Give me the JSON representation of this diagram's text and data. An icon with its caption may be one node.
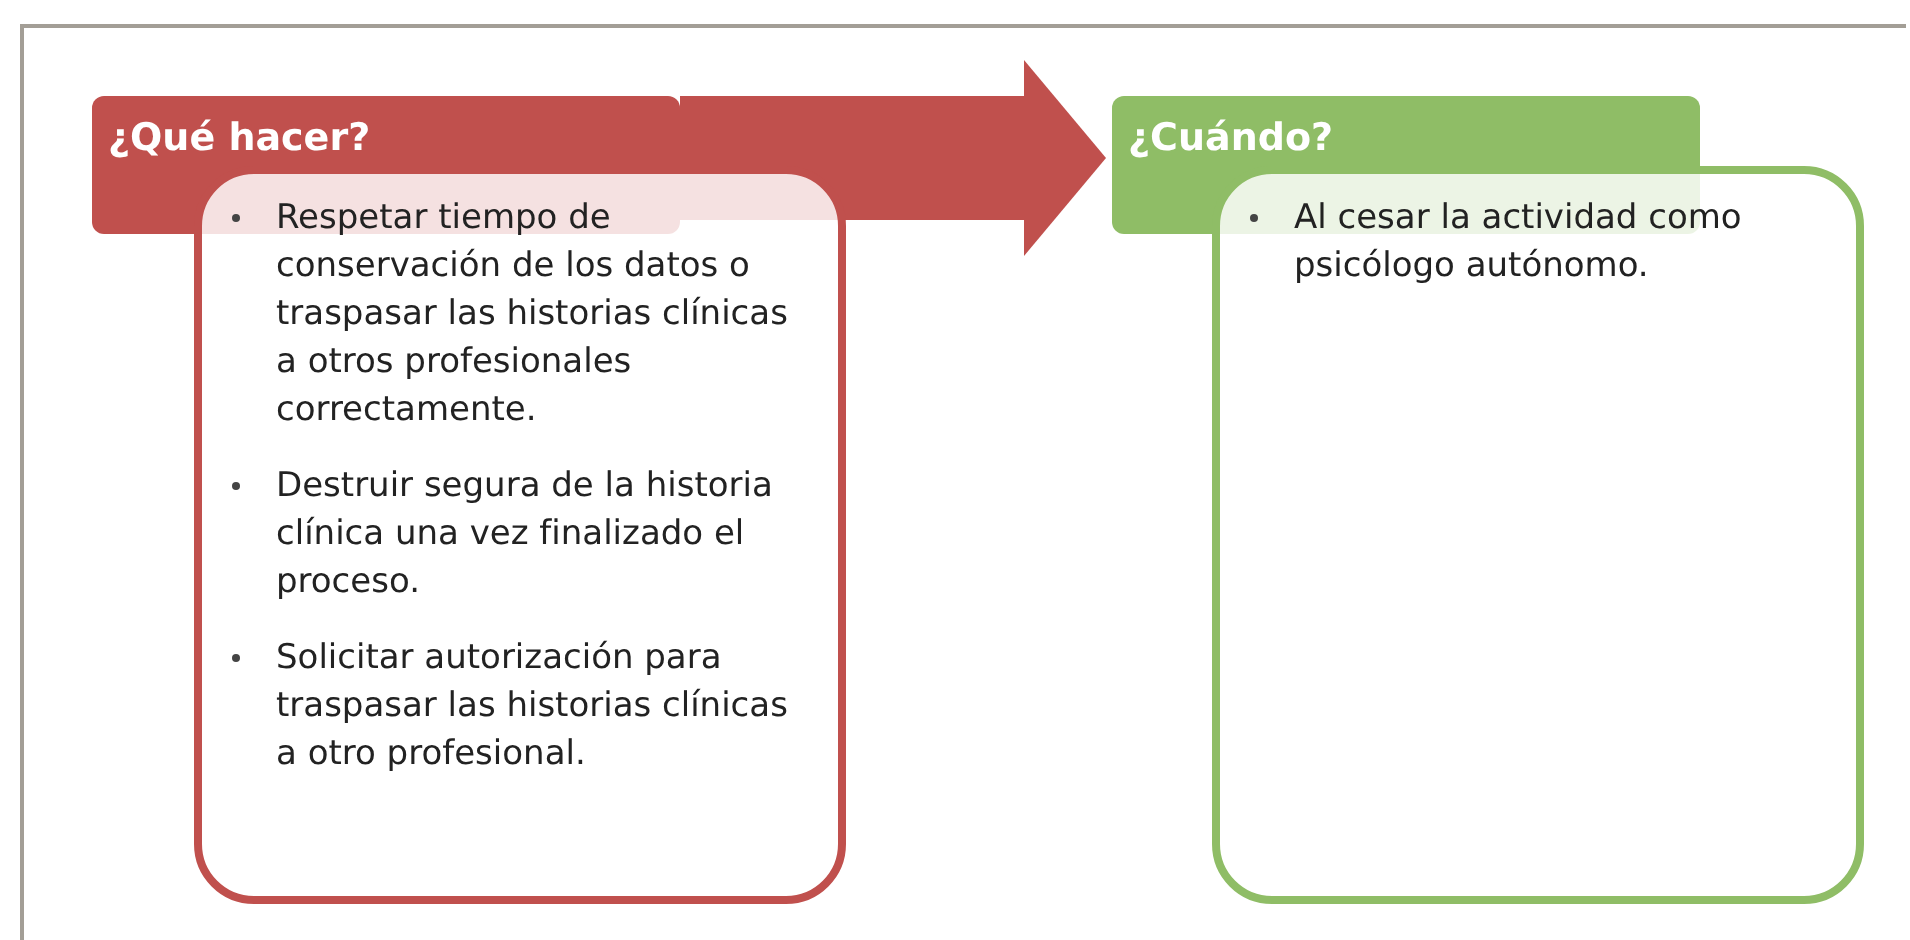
{
  "diagram": {
    "nodes": [
      {
        "text": [
          "¿Qué hacer?"
        ]
      },
      {
        "text": [
          "Respetar tiempo de conservación de los datos o traspasar las historias clínicas a otros profesionales correctamente.",
          "Destruir segura de la historia clínica una vez finalizado el proceso.",
          "Solicitar autorización para traspasar las historias clínicas a otro profesional."
        ]
      },
      {
        "text": [
          "¿Cuándo?"
        ]
      },
      {
        "text": [
          "Al cesar la actividad como psicólogo autónomo."
        ]
      }
    ],
    "edges": [
      {
        "from": 0,
        "to": 2,
        "arrow": "to"
      }
    ]
  }
}
